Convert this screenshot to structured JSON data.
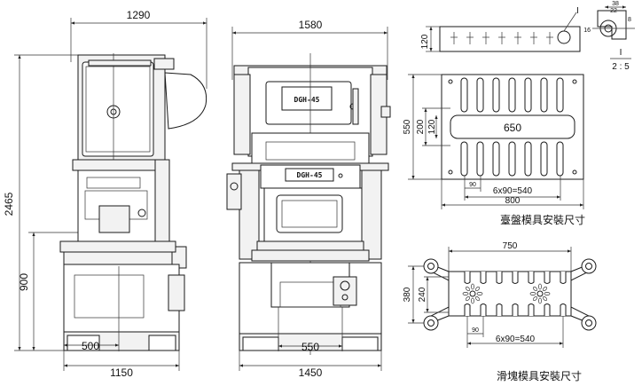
{
  "side_view": {
    "width_top": "1290",
    "height_total": "2465",
    "height_table": "900",
    "depth_table": "500",
    "width_base": "1150"
  },
  "front_view": {
    "width_top": "1580",
    "width_base": "1450",
    "bolster_width": "550",
    "nameplate_top": "DGH-45",
    "nameplate_mid": "DGH-45"
  },
  "bolster_plan": {
    "height_side": "120",
    "depth": "550",
    "slot_span": "200",
    "slot_width": "120",
    "slot_length": "650",
    "pitch_first": "90",
    "pitch_series": "6x90=540",
    "total_width": "800",
    "caption": "臺盤模具安裝尺寸"
  },
  "detail_i": {
    "label": "I",
    "dim_a": "38",
    "dim_b": "22",
    "dim_c": "8",
    "dim_d": "16",
    "scale_label": "I",
    "scale": "2 : 5"
  },
  "slide_plan": {
    "width": "750",
    "depth": "380",
    "inner": "240",
    "pitch_first": "90",
    "pitch_series": "6x90=540",
    "caption": "滑塊模具安裝尺寸"
  }
}
